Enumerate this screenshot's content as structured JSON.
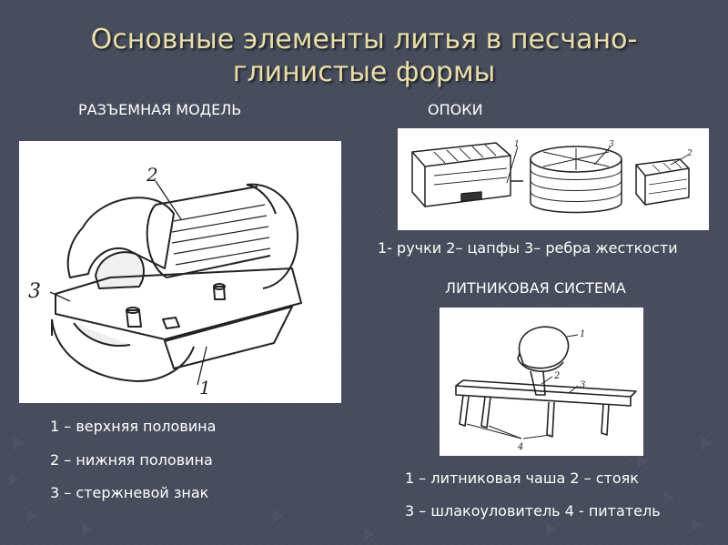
{
  "slide": {
    "title": "Основные элементы литья в песчано-глинистые формы",
    "sections": {
      "model": {
        "heading": "РАЗЪЕМНАЯ МОДЕЛЬ",
        "figure_labels": [
          "1",
          "2",
          "3"
        ],
        "captions": [
          "1 – верхняя половина",
          "2 – нижняя половина",
          "3 – стержневой знак"
        ]
      },
      "flasks": {
        "heading": "ОПОКИ",
        "figure_labels": [
          "1",
          "2",
          "3"
        ],
        "caption": "1- ручки 2– цапфы 3– ребра жесткости"
      },
      "gating": {
        "heading": "ЛИТНИКОВАЯ СИСТЕМА",
        "figure_labels": [
          "1",
          "2",
          "3",
          "4"
        ],
        "captions": [
          "1 – литниковая чаша 2 – стояк",
          "3 – шлакоуловитель 4 - питатель"
        ]
      }
    }
  },
  "colors": {
    "background": "#474c5c",
    "title": "#e8dfa8",
    "text": "#ffffff",
    "figure_bg": "#ffffff",
    "ink": "#222222"
  }
}
